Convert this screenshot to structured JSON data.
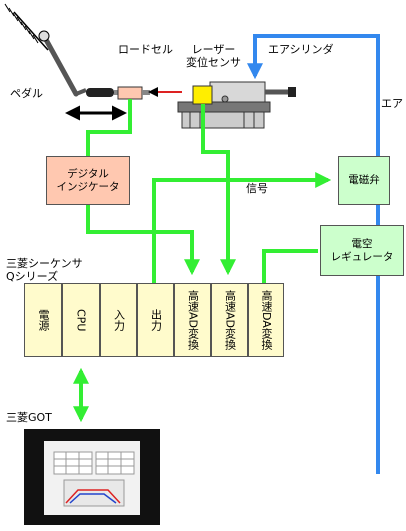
{
  "labels": {
    "load_cell": "ロードセル",
    "laser_sensor": "レーザー\n変位センサ",
    "air_cylinder": "エアシリンダ",
    "pedal": "ペダル",
    "air": "エア",
    "signal": "信号",
    "sequencer": "三菱シーケンサ\nQシリーズ",
    "got": "三菱GOT"
  },
  "boxes": {
    "digital_indicator": "デジタル\nインジケータ",
    "solenoid_valve": "電磁弁",
    "regulator": "電空\nレギュレータ"
  },
  "plc_modules": [
    "電源",
    "CPU",
    "入力",
    "出力",
    "高速AD変換",
    "高速AD変換",
    "高速DA変換"
  ],
  "colors": {
    "signal_line": "#33ee33",
    "air_line": "#3388ee",
    "indicator_fill": "#ffc8b0",
    "valve_fill": "#ccffcc",
    "module_fill": "#fffbcc",
    "got_bezel": "#111111",
    "got_screen": "#f2f2f2"
  }
}
